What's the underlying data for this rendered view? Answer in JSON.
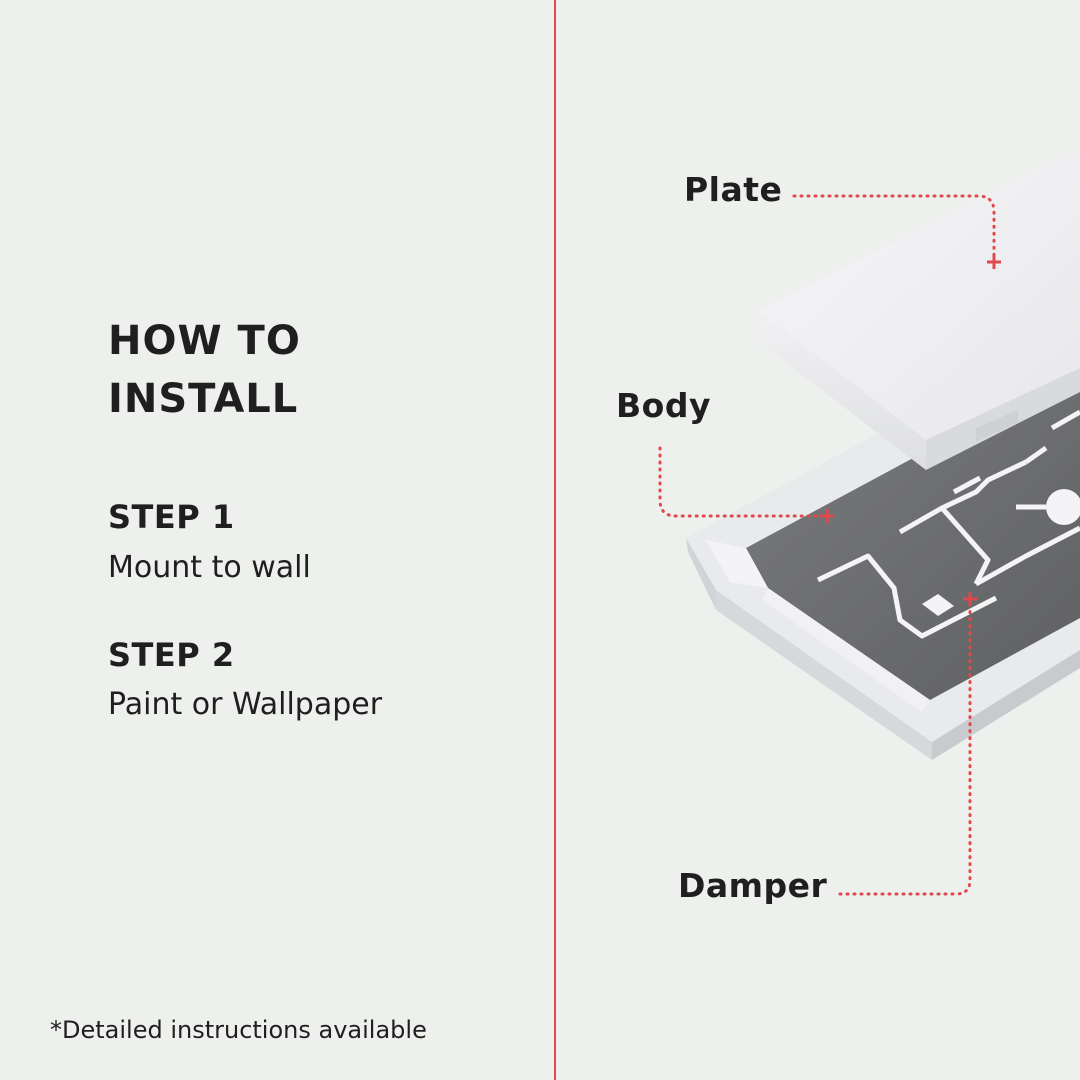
{
  "heading": {
    "line1": "HOW TO",
    "line2": "INSTALL"
  },
  "steps": [
    {
      "title": "STEP 1",
      "text": "Mount to wall"
    },
    {
      "title": "STEP 2",
      "text": "Paint or Wallpaper"
    }
  ],
  "footnote": "*Detailed instructions available",
  "callouts": {
    "plate": "Plate",
    "body": "Body",
    "damper": "Damper"
  },
  "colors": {
    "background": "#eef0ed",
    "accent": "#e0484d",
    "text": "#1f1f1f"
  }
}
